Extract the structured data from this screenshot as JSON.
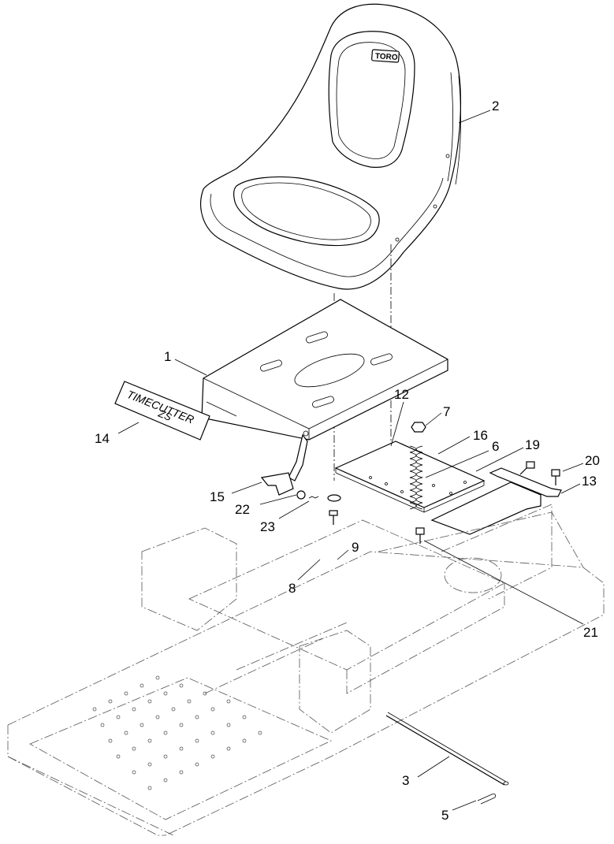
{
  "seat_logo": "TORO",
  "decal": {
    "line1": "TIMECUTTER",
    "line2": "ZS"
  },
  "callouts": [
    {
      "id": "c1",
      "label": "1"
    },
    {
      "id": "c2",
      "label": "2"
    },
    {
      "id": "c3",
      "label": "3"
    },
    {
      "id": "c5",
      "label": "5"
    },
    {
      "id": "c6",
      "label": "6"
    },
    {
      "id": "c7",
      "label": "7"
    },
    {
      "id": "c8",
      "label": "8"
    },
    {
      "id": "c9",
      "label": "9"
    },
    {
      "id": "c12",
      "label": "12"
    },
    {
      "id": "c13",
      "label": "13"
    },
    {
      "id": "c14",
      "label": "14"
    },
    {
      "id": "c15",
      "label": "15"
    },
    {
      "id": "c16",
      "label": "16"
    },
    {
      "id": "c19",
      "label": "19"
    },
    {
      "id": "c20",
      "label": "20"
    },
    {
      "id": "c21",
      "label": "21"
    },
    {
      "id": "c22",
      "label": "22"
    },
    {
      "id": "c23",
      "label": "23"
    }
  ]
}
